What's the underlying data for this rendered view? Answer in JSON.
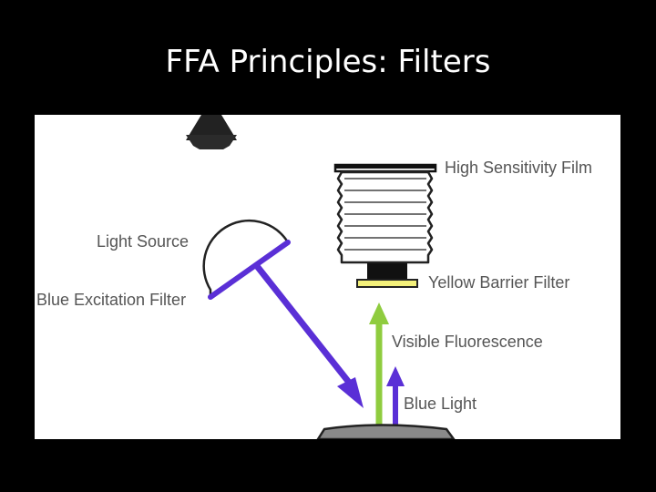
{
  "slide": {
    "title": "FFA Principles: Filters"
  },
  "diagram": {
    "labels": {
      "film": "High Sensitivity Film",
      "light_source": "Light Source",
      "excitation_filter": "Blue Excitation Filter",
      "barrier_filter": "Yellow Barrier Filter",
      "fluorescence": "Visible Fluorescence",
      "blue_light": "Blue Light"
    },
    "colors": {
      "slide_background": "#000000",
      "excitation_beam": "#5a2fd6",
      "fluorescence_beam": "#8fcc3f",
      "barrier_filter": "#f3f07a",
      "label_text": "#555555"
    }
  }
}
